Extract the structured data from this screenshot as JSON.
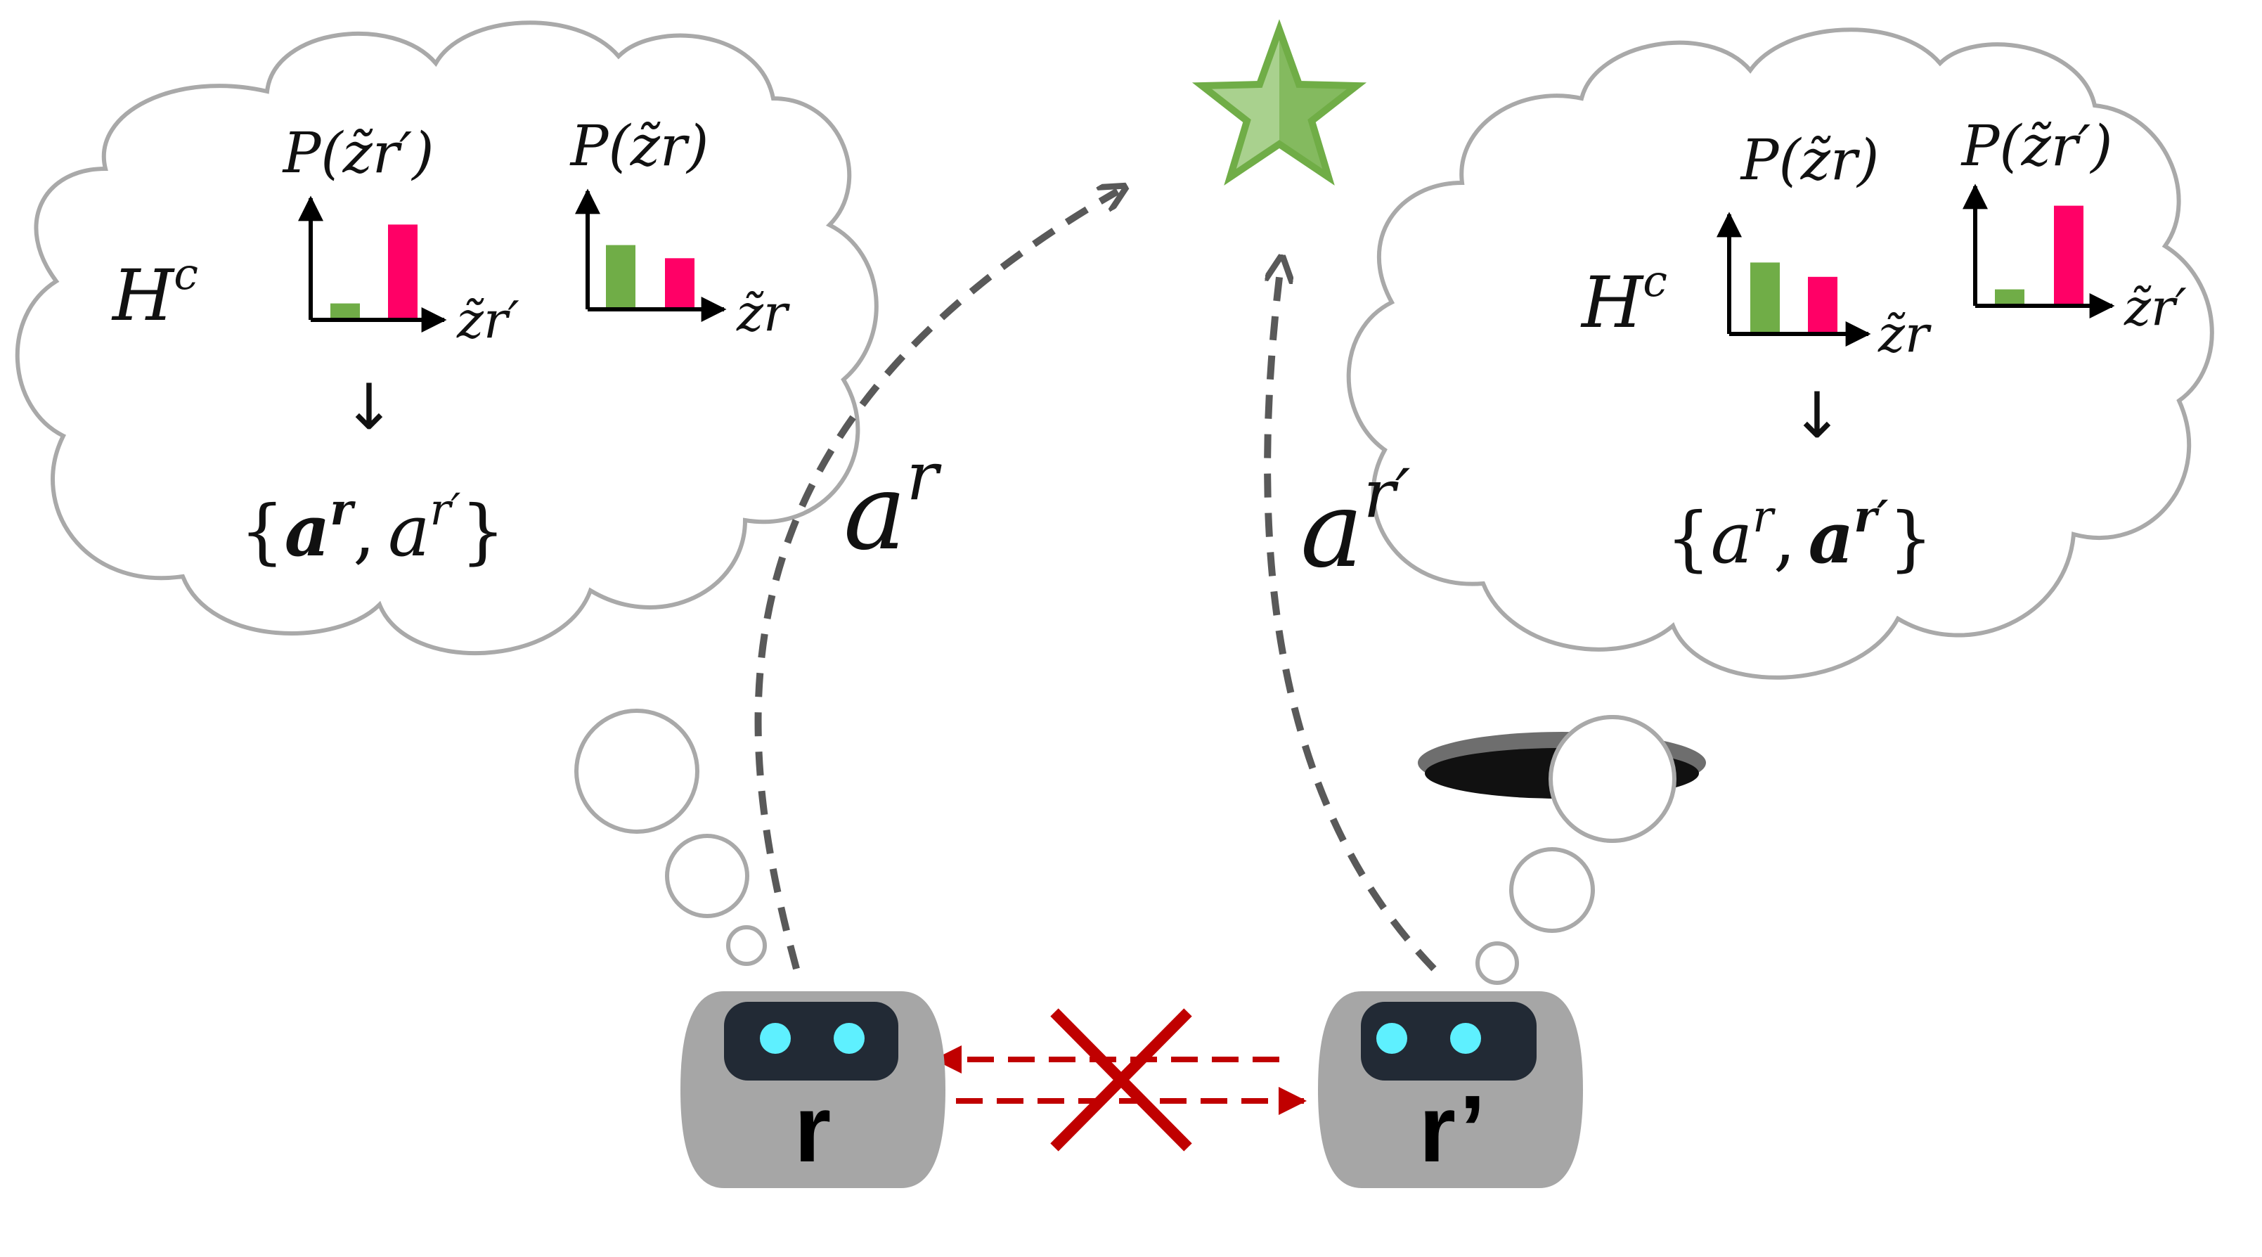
{
  "colors": {
    "cloud_stroke": "#a9a9a9",
    "path_arrow": "#595959",
    "comm_arrow": "#c00000",
    "bar_green": "#70ad47",
    "bar_pink": "#ff0066",
    "star_fill": "#a9d18e",
    "star_stroke": "#70ad47",
    "robot_body": "#a6a6a6",
    "robot_visor": "#222a35",
    "robot_eye": "#5ef0ff"
  },
  "goal": {
    "icon": "star-icon"
  },
  "hole": {
    "icon": "hole-icon"
  },
  "robots": {
    "r": {
      "label": "r",
      "action_label": "a",
      "action_sup": "r"
    },
    "r_prime": {
      "label": "r’",
      "action_label": "a",
      "action_sup": "r′"
    }
  },
  "thought_left": {
    "entropy": {
      "base": "H",
      "sup": "c"
    },
    "chart_a": {
      "title": "P(z̃r′)",
      "axis_label": "z̃r′"
    },
    "chart_b": {
      "title": "P(z̃r)",
      "axis_label": "z̃r"
    },
    "implies": "↓",
    "action_set": {
      "open": "{",
      "first_base": "a",
      "first_sup": "r",
      "sep": ",",
      "second_base": "a",
      "second_sup": "r′",
      "close": "}"
    }
  },
  "thought_right": {
    "entropy": {
      "base": "H",
      "sup": "c"
    },
    "chart_a": {
      "title": "P(z̃r)",
      "axis_label": "z̃r"
    },
    "chart_b": {
      "title": "P(z̃r′)",
      "axis_label": "z̃r′"
    },
    "implies": "↓",
    "action_set": {
      "open": "{",
      "first_base": "a",
      "first_sup": "r",
      "sep": ",",
      "second_base": "a",
      "second_sup": "r′",
      "close": "}"
    }
  },
  "chart_data": [
    {
      "type": "bar",
      "title": "P(z̃r′)",
      "xlabel": "z̃r′",
      "categories": [
        "",
        ""
      ],
      "values": [
        0.12,
        0.78
      ],
      "colors": [
        "#70ad47",
        "#ff0066"
      ]
    },
    {
      "type": "bar",
      "title": "P(z̃r)",
      "xlabel": "z̃r",
      "categories": [
        "",
        ""
      ],
      "values": [
        0.52,
        0.41
      ],
      "colors": [
        "#70ad47",
        "#ff0066"
      ]
    },
    {
      "type": "bar",
      "title": "P(z̃r)",
      "xlabel": "z̃r",
      "categories": [
        "",
        ""
      ],
      "values": [
        0.58,
        0.46
      ],
      "colors": [
        "#70ad47",
        "#ff0066"
      ]
    },
    {
      "type": "bar",
      "title": "P(z̃r′)",
      "xlabel": "z̃r′",
      "categories": [
        "",
        ""
      ],
      "values": [
        0.12,
        0.82
      ],
      "colors": [
        "#70ad47",
        "#ff0066"
      ]
    }
  ]
}
